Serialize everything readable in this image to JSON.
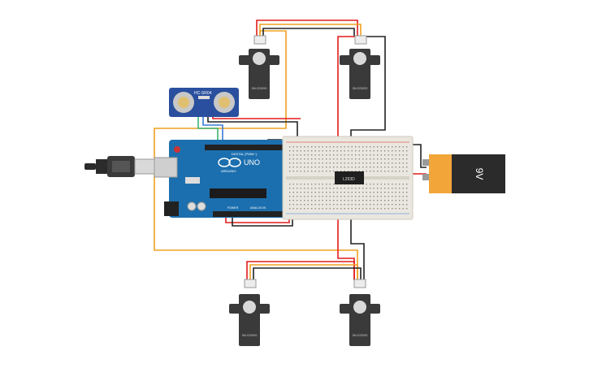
{
  "colors": {
    "wire_red": "#e21b1b",
    "wire_black": "#222222",
    "wire_orange": "#f0a020",
    "wire_yellow": "#e8a216",
    "wire_green": "#3cb371",
    "wire_blue": "#3a7bd5",
    "arduino_board": "#1c6fae",
    "sensor_board": "#2a4f9e",
    "breadboard": "#e9e7df",
    "battery_orange": "#f2a63a",
    "battery_black": "#2b2b2b",
    "servo_body": "#3a3a3a"
  },
  "servo_top_left": {
    "label": "SM-S2309S"
  },
  "servo_top_right": {
    "label": "SM-S2309S"
  },
  "servo_bottom_left": {
    "label": "SM-S2309S"
  },
  "servo_bottom_right": {
    "label": "SM-S2309S"
  },
  "ultrasonic": {
    "label": "HC-SR04"
  },
  "arduino": {
    "brand": "UNO",
    "sub": "ARDUINO",
    "digital_label": "DIGITAL (PWM~)",
    "power_label": "POWER",
    "analog_label": "ANALOG IN"
  },
  "motor_driver": {
    "label": "L293D"
  },
  "battery": {
    "label": "9V"
  }
}
